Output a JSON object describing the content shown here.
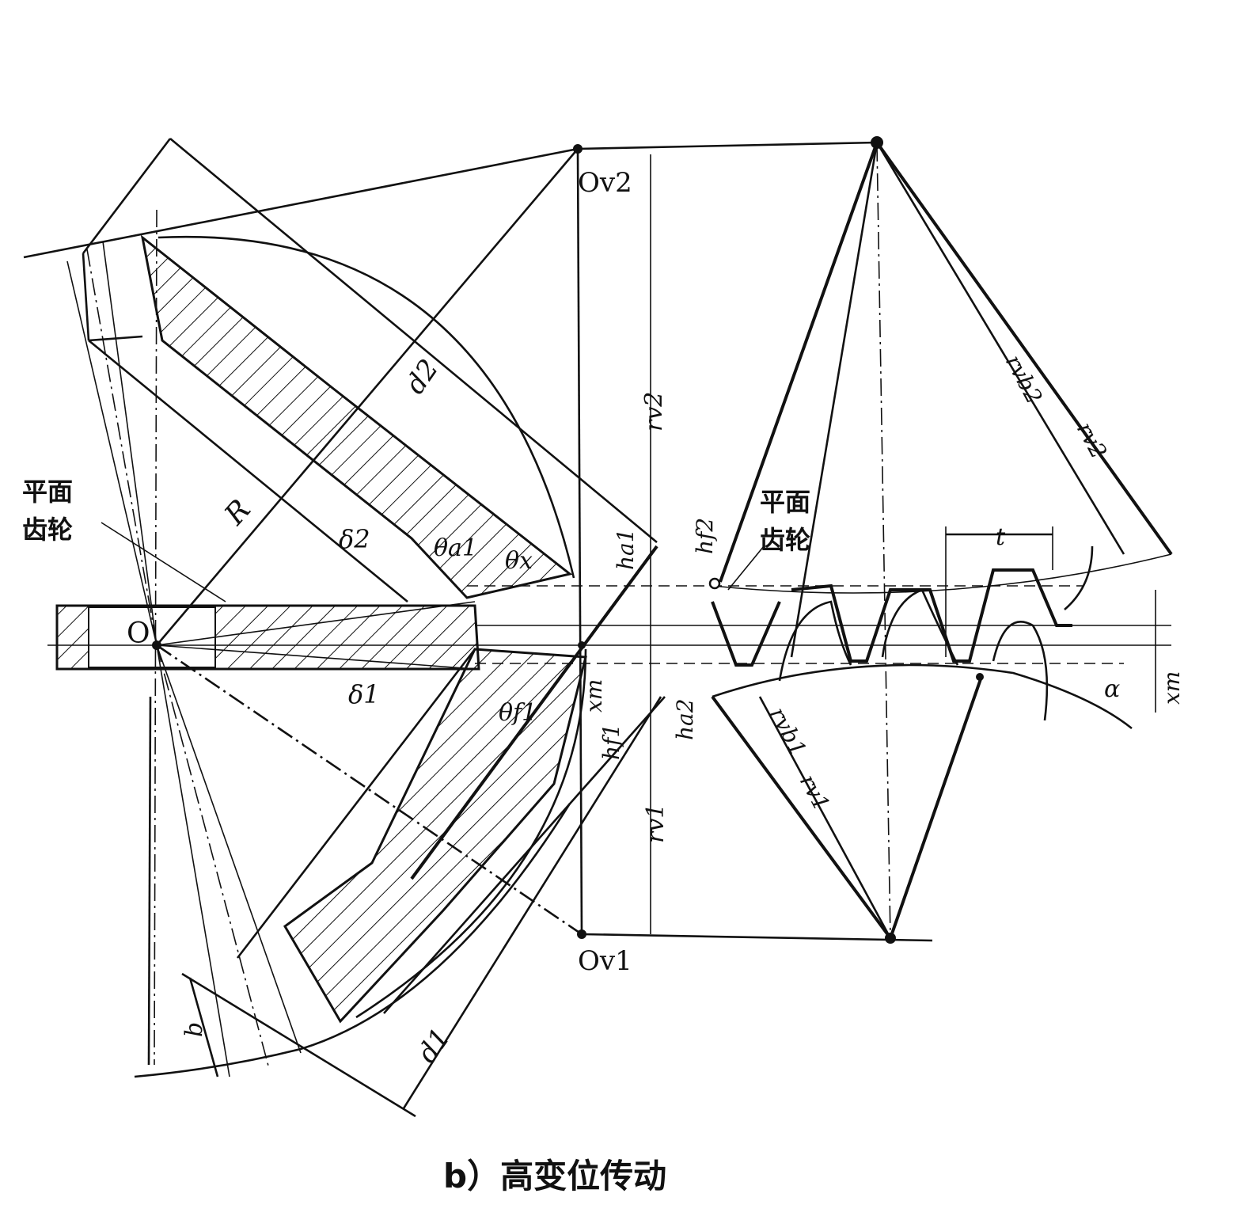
{
  "caption": "b）高变位传动",
  "labels": {
    "O": "O",
    "Ov2": "Ov2",
    "Ov1": "Ov1",
    "R": "R",
    "d1": "d1",
    "d2": "d2",
    "delta1": "δ1",
    "delta2": "δ2",
    "theta_a1": "θa1",
    "theta_x": "θx",
    "theta_f1": "θf1",
    "xm": "xm",
    "h_a1": "ha1",
    "h_f1": "hf1",
    "h_f2": "hf2",
    "h_a2": "ha2",
    "r_v1": "rv1",
    "r_v2": "rv2",
    "r_vb1": "rvb1",
    "r_vb2": "rvb2",
    "r_v1_right": "rv1",
    "r_v2_right": "rv2",
    "t": "t",
    "alpha": "α",
    "b": "b",
    "crown_gear_left": "平面齿轮",
    "crown_gear_right": "平面齿轮",
    "xm_right": "xm"
  }
}
